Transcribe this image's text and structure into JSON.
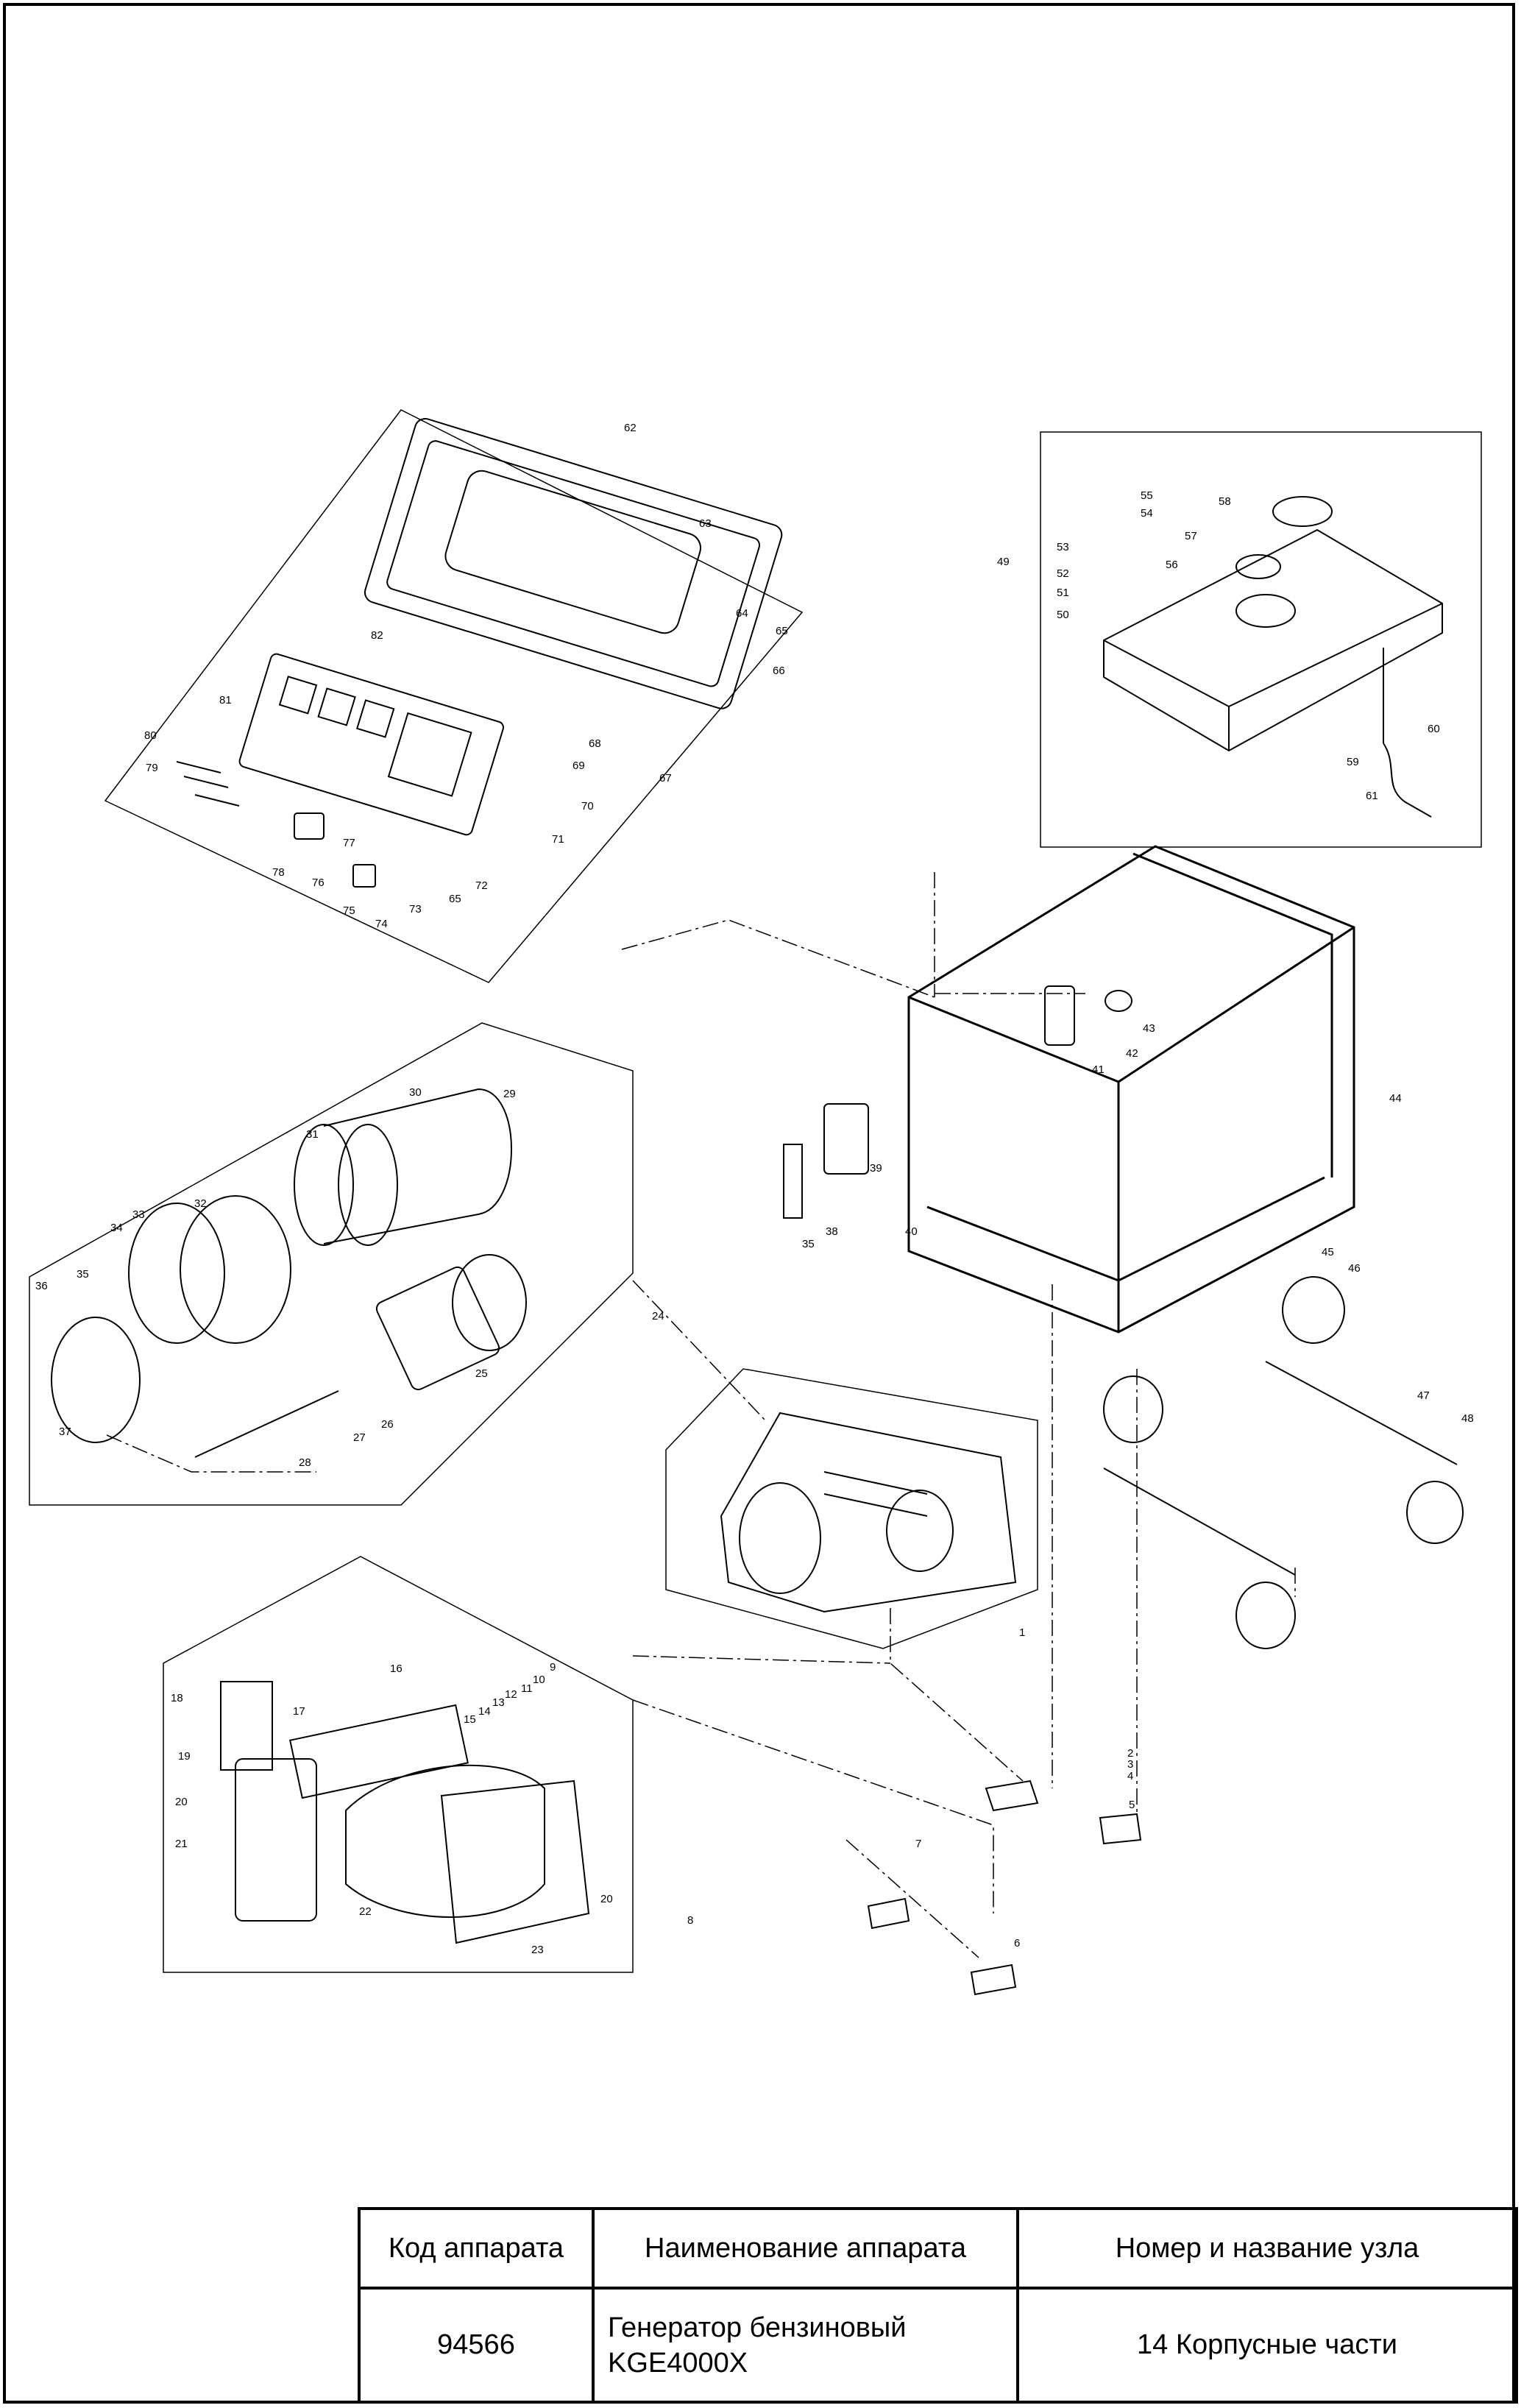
{
  "callouts": [
    "1",
    "2",
    "3",
    "4",
    "5",
    "6",
    "7",
    "8",
    "9",
    "10",
    "11",
    "12",
    "13",
    "14",
    "15",
    "16",
    "17",
    "18",
    "19",
    "20",
    "21",
    "22",
    "23",
    "24",
    "25",
    "26",
    "27",
    "28",
    "29",
    "30",
    "31",
    "32",
    "33",
    "34",
    "35",
    "36",
    "37",
    "38",
    "39",
    "40",
    "41",
    "42",
    "43",
    "44",
    "45",
    "46",
    "47",
    "48",
    "49",
    "50",
    "51",
    "52",
    "53",
    "54",
    "55",
    "56",
    "57",
    "58",
    "59",
    "60",
    "61",
    "62",
    "63",
    "64",
    "65",
    "66",
    "67",
    "68",
    "69",
    "70",
    "71",
    "72",
    "73",
    "74",
    "75",
    "76",
    "77",
    "78",
    "79",
    "80",
    "81",
    "82"
  ],
  "title_block": {
    "headers": {
      "code": "Код аппарата",
      "name": "Наименование аппарата",
      "unit": "Номер и название узла"
    },
    "values": {
      "code": "94566",
      "name_line1": "Генератор бензиновый",
      "name_line2": "KGE4000X",
      "unit": "14 Корпусные части"
    }
  }
}
